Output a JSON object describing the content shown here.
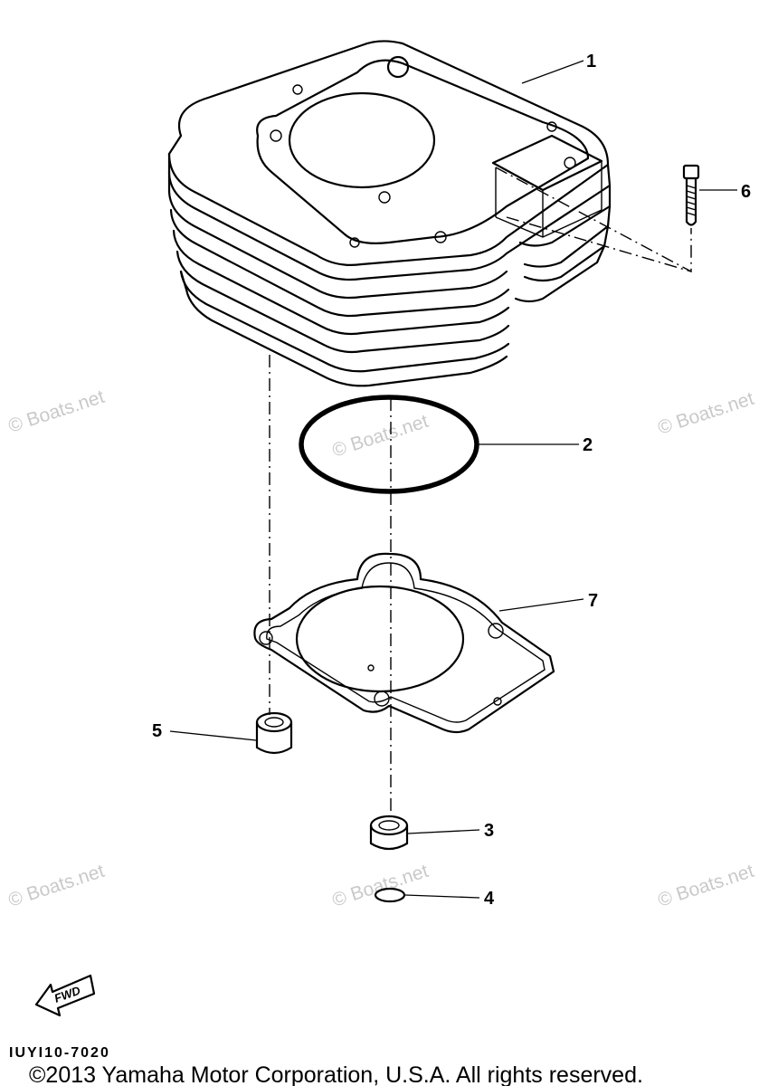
{
  "watermarks": [
    "© Boats.net",
    "© Boats.net",
    "© Boats.net",
    "© Boats.net",
    "© Boats.net",
    "© Boats.net"
  ],
  "callouts": {
    "cylinder": "1",
    "o_ring": "2",
    "dowel_pin_right": "3",
    "small_o_ring": "4",
    "dowel_pin_left": "5",
    "bolt": "6",
    "gasket": "7"
  },
  "fwd_label": "FWD",
  "diagram_code": "IUYI10-7020",
  "copyright": "©2013 Yamaha Motor Corporation, U.S.A. All rights reserved."
}
